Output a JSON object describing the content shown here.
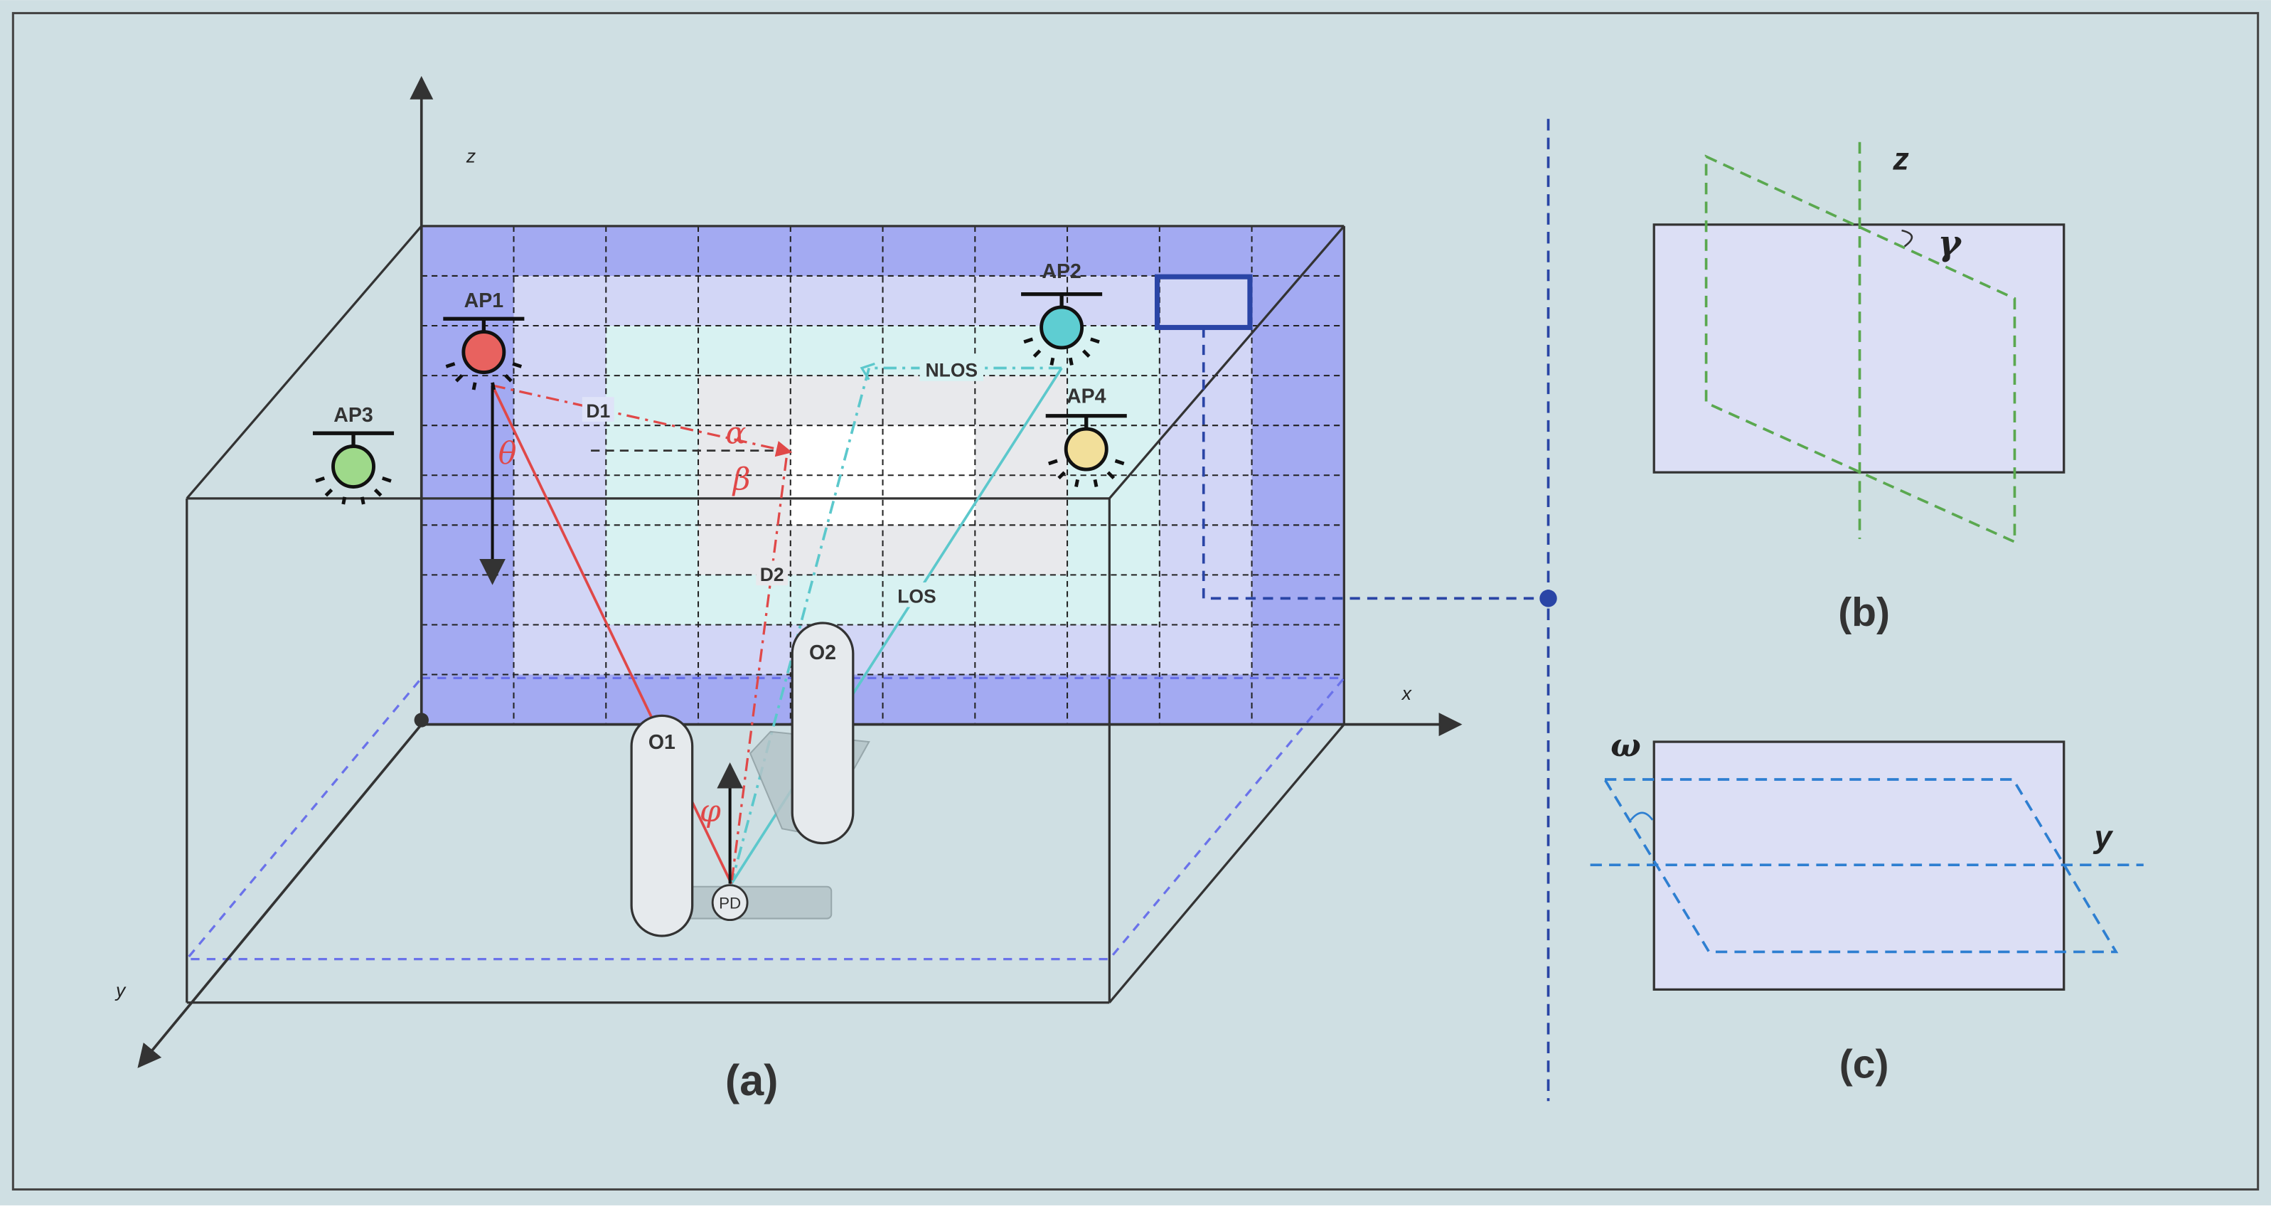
{
  "panel_a": {
    "caption": "(a)",
    "axes": {
      "x": "x",
      "y": "y",
      "z": "z"
    },
    "access_points": [
      "AP1",
      "AP2",
      "AP3",
      "AP4"
    ],
    "obstacles": [
      "O1",
      "O2"
    ],
    "receiver": "PD",
    "paths": {
      "los": "LOS",
      "nlos": "NLOS",
      "d1": "D1",
      "d2": "D2"
    },
    "angles": {
      "theta": "θ",
      "alpha": "α",
      "beta": "β",
      "phi": "φ"
    },
    "colors": {
      "background": "#cfdfe3",
      "grid_outer": "#a3aaf2",
      "grid_mid": "#d2d6f6",
      "grid_inner": "#d8f2f2",
      "grid_center": "#e8e9ec",
      "grid_core": "#ffffff",
      "ap1": "#e8625f",
      "ap2": "#5ecdd2",
      "ap3": "#9ed98a",
      "ap4": "#f2df9a",
      "red_path": "#e04848",
      "cyan_path": "#5cc8cc",
      "floor_dashed": "#6a72ea",
      "connector": "#2a45a6"
    }
  },
  "panel_b": {
    "caption": "(b)",
    "axis_vertical": "z",
    "angle": "γ",
    "plane_color": "#5aa84f"
  },
  "panel_c": {
    "caption": "(c)",
    "axis_horizontal": "y",
    "angle": "ω",
    "plane_color": "#2e7fd1"
  }
}
